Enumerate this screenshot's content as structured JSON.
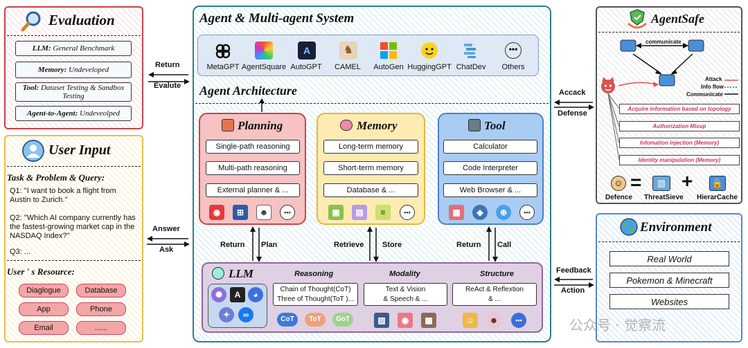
{
  "evaluation": {
    "title": "Evaluation",
    "items": [
      {
        "bold": "LLM:",
        "text": " General Benchmark"
      },
      {
        "bold": "Memory:",
        "text": " Undeveloped"
      },
      {
        "bold": "Tool:",
        "text": " Dataset Testing & Sandbox Testing"
      },
      {
        "bold": "Agent-to-Agent:",
        "text": " Undeveolped"
      }
    ]
  },
  "user_input": {
    "title": "User Input",
    "query_heading": "Task & Problem & Query:",
    "q1": "Q1: \"I want to book a flight from Austin to Zurich.\"",
    "q2": "Q2: \"Which AI company currently has the fastest-growing market cap in the NASDAQ Index?\"",
    "q3": "Q3: ...",
    "resource_heading": "User ' s Resource:",
    "resources": [
      "Diaglogue",
      "Database",
      "App",
      "Phone",
      "Email",
      "......"
    ]
  },
  "links": {
    "return": "Return",
    "evalute": "Evalute",
    "answer": "Answer",
    "ask": "Ask",
    "accack": "Accack",
    "defense": "Defense",
    "feedback": "Feedback",
    "action": "Action"
  },
  "system": {
    "title": "Agent & Multi-agent System",
    "frameworks": [
      "MetaGPT",
      "AgentSquare",
      "AutoGPT",
      "CAMEL",
      "AutoGen",
      "HuggingGPT",
      "ChatDev",
      "Others"
    ],
    "architecture_title": "Agent Architecture"
  },
  "planning": {
    "title": "Planning",
    "items": [
      "Single-path reasoning",
      "Multi-path reasoning",
      "External planner & ..."
    ]
  },
  "memory": {
    "title": "Memory",
    "items": [
      "Long-term memory",
      "Short-term memory",
      "Database &  ..."
    ]
  },
  "tool": {
    "title": "Tool",
    "items": [
      "Calculator",
      "Code Interpreter",
      "Web Browser & ..."
    ]
  },
  "arrows": {
    "return1": "Return",
    "plan": "Plan",
    "retrieve": "Retrieve",
    "store": "Store",
    "return2": "Return",
    "call": "Call"
  },
  "llm": {
    "title": "LLM",
    "reasoning": {
      "title": "Reasoning",
      "line1": "Chain of Thought(CoT)",
      "line2": "Three of Thought(ToT )...",
      "badges": [
        "CoT",
        "ToT",
        "GoT"
      ]
    },
    "modality": {
      "title": "Modality",
      "line1": "Text & Vision",
      "line2": "& Speech & ..."
    },
    "structure": {
      "title": "Structure",
      "line1": "ReAct & Reflextion",
      "line2": "& ..."
    }
  },
  "agentsafe": {
    "title": "AgentSafe",
    "communicate": "communicate",
    "legend": [
      "Attack",
      "Info flow",
      "Communicate"
    ],
    "threats": [
      "Acquire information based on topology",
      "Authorization Mixup",
      "Infomation injection (Memory)",
      "Identity manipulation (Memory)"
    ],
    "defence": "Defence",
    "threatsieve": "ThreatSieve",
    "hierarcache": "HierarCache",
    "eq": "=",
    "plus": "+"
  },
  "environment": {
    "title": "Environment",
    "items": [
      "Real World",
      "Pokemon & Minecraft",
      "Websites"
    ]
  },
  "watermark": "公众号 · 觉察流",
  "colors": {
    "red": "#c8434b",
    "yellow": "#e8c04a",
    "blue": "#5b86c8",
    "teal": "#2d7f8c"
  }
}
